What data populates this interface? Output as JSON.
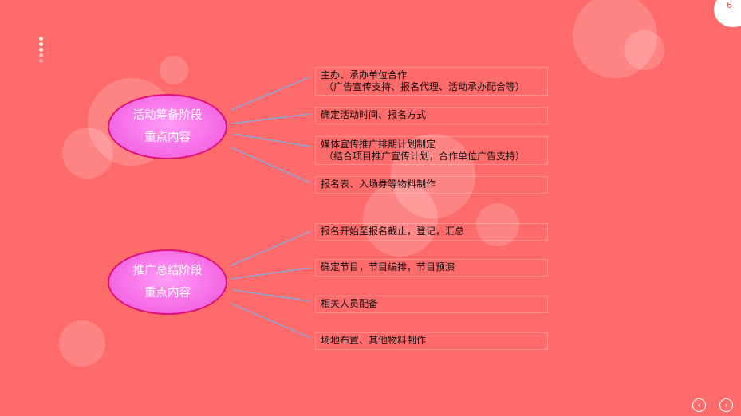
{
  "page_number": "6",
  "groups": [
    {
      "title_line1": "活动筹备阶段",
      "title_line2": "重点内容",
      "items": [
        {
          "line1": "主办、承办单位合作",
          "line2": "（广告宣传支持、报名代理、活动承办配合等）"
        },
        {
          "line1": "确定活动时间、报名方式",
          "line2": ""
        },
        {
          "line1": "媒体宣传推广排期计划制定",
          "line2": "（结合项目推广宣传计划，合作单位广告支持）"
        },
        {
          "line1": "报名表、入场券等物料制作",
          "line2": ""
        }
      ]
    },
    {
      "title_line1": "推广总结阶段",
      "title_line2": "重点内容",
      "items": [
        {
          "line1": "报名开始至报名截止，登记，汇总",
          "line2": ""
        },
        {
          "line1": "确定节目，节目编排，节目预演",
          "line2": ""
        },
        {
          "line1": "相关人员配备",
          "line2": ""
        },
        {
          "line1": "场地布置、其他物料制作",
          "line2": ""
        }
      ]
    }
  ],
  "colors": {
    "background": "#ff6b6b",
    "ellipse_fill": "#f56ee6",
    "ellipse_border": "#e0107a",
    "connector": "#8fa3d6"
  }
}
